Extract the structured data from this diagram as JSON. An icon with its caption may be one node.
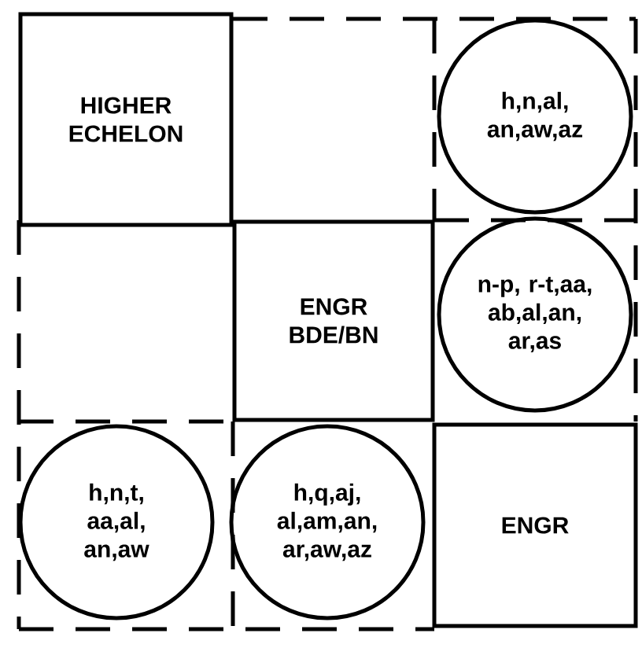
{
  "diagram": {
    "nodes": [
      {
        "text": [
          "HIGHER ECHELON"
        ]
      },
      {
        "text": [
          "h,n,al, an,aw,az"
        ]
      },
      {
        "text": [
          "ENGR BDE/BN"
        ]
      },
      {
        "text": [
          "n-p, r-t,aa, ab,al,an, ar,as"
        ]
      },
      {
        "text": [
          "h,n,t, aa,al, an,aw"
        ]
      },
      {
        "text": [
          "h,q,aj, al,am,an, ar,aw,az"
        ]
      },
      {
        "text": [
          "ENGR"
        ]
      }
    ]
  }
}
